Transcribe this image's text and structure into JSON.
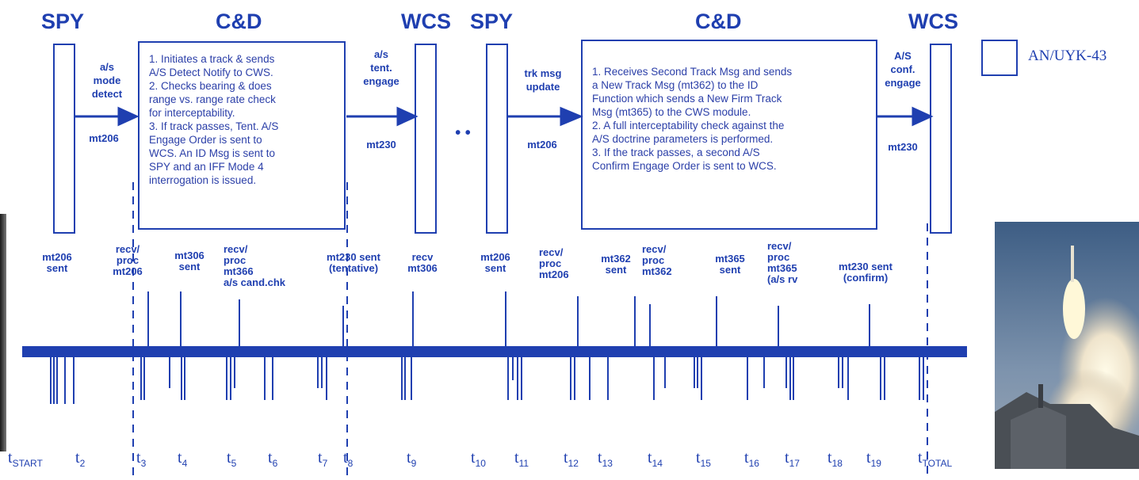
{
  "headers": [
    "SPY",
    "C&D",
    "WCS",
    "SPY",
    "C&D",
    "WCS"
  ],
  "box1_lines": [
    "1. Initiates a track & sends",
    "A/S Detect Notify to CWS.",
    "2. Checks bearing & does",
    "range vs. range rate check",
    "for interceptability.",
    "3. If track passes, Tent. A/S",
    "Engage Order is sent to",
    "WCS.  An ID Msg is sent to",
    "SPY and an IFF Mode 4",
    "interrogation is issued."
  ],
  "box2_lines": [
    "1. Receives Second Track Msg and sends",
    "a New Track Msg (mt362) to the ID",
    "Function which sends a New Firm Track",
    "Msg (mt365) to the CWS module.",
    "2. A full interceptability check against the",
    "A/S doctrine parameters is performed.",
    "3. If the track passes, a second A/S",
    "Confirm Engage Order is sent to WCS."
  ],
  "arrows": [
    {
      "top": "a/s\nmode\ndetect",
      "bottom": "mt206"
    },
    {
      "top": "a/s\ntent.\nengage",
      "bottom": "mt230"
    },
    {
      "top": "trk msg\nupdate",
      "bottom": "mt206"
    },
    {
      "top": "A/S\nconf.\nengage",
      "bottom": "mt230"
    }
  ],
  "dots": "•  •",
  "events": [
    "mt206\nsent",
    "recv/\nproc\nmt206",
    "mt306\nsent",
    "recv/\nproc\nmt366\na/s cand.chk",
    "mt230 sent\n(tentative)",
    "recv\nmt306",
    "mt206\nsent",
    "recv/\nproc\nmt206",
    "mt362\nsent",
    "recv/\nproc\nmt362",
    "mt365\nsent",
    "recv/\nproc\nmt365\n(a/s rv",
    "mt230 sent\n(confirm)"
  ],
  "times": [
    {
      "t": "t",
      "s": "START"
    },
    {
      "t": "t",
      "s": "2"
    },
    {
      "t": "t",
      "s": "3"
    },
    {
      "t": "t",
      "s": "4"
    },
    {
      "t": "t",
      "s": "5"
    },
    {
      "t": "t",
      "s": "6"
    },
    {
      "t": "t",
      "s": "7"
    },
    {
      "t": "t",
      "s": "8"
    },
    {
      "t": "t",
      "s": "9"
    },
    {
      "t": "t",
      "s": "10"
    },
    {
      "t": "t",
      "s": "11"
    },
    {
      "t": "t",
      "s": "12"
    },
    {
      "t": "t",
      "s": "13"
    },
    {
      "t": "t",
      "s": "14"
    },
    {
      "t": "t",
      "s": "15"
    },
    {
      "t": "t",
      "s": "16"
    },
    {
      "t": "t",
      "s": "17"
    },
    {
      "t": "t",
      "s": "18"
    },
    {
      "t": "t",
      "s": "19"
    },
    {
      "t": "t",
      "s": "TOTAL"
    }
  ],
  "legend": {
    "label": "AN/UYK-43"
  },
  "colors": {
    "accent": "#1f3fb0"
  }
}
